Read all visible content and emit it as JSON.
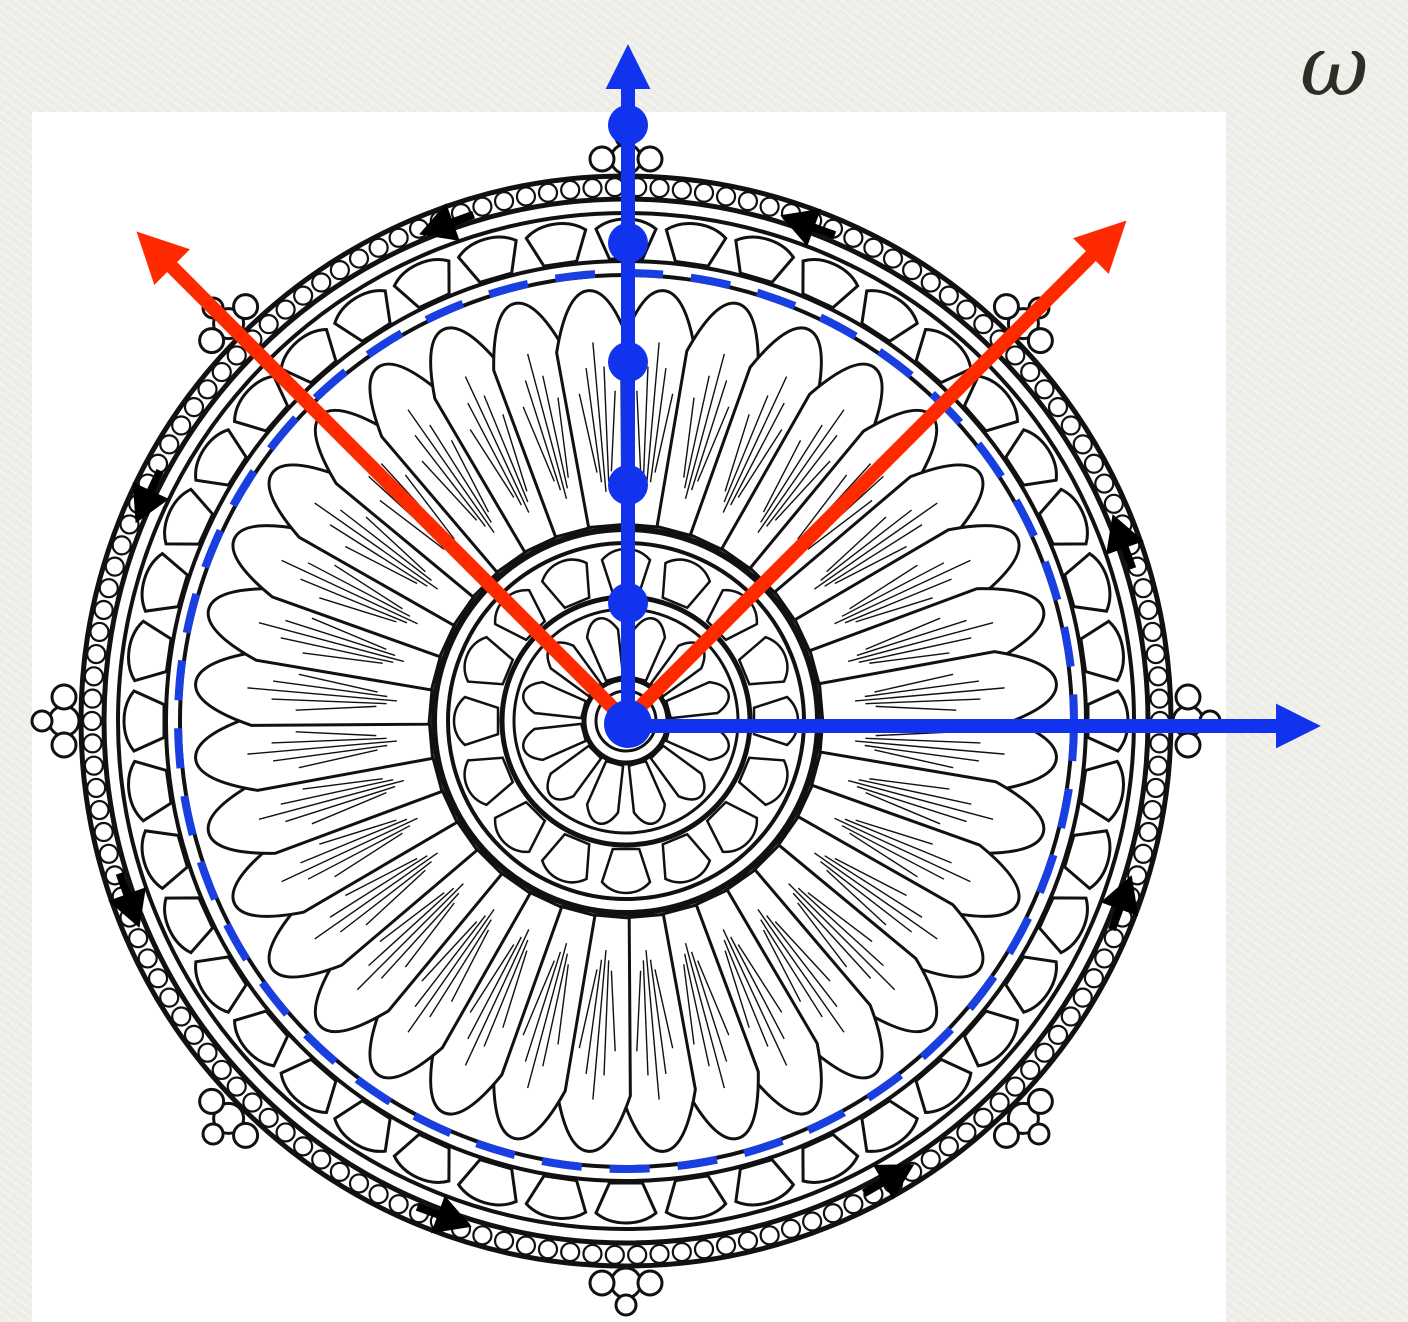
{
  "symbol": "ω",
  "colors": {
    "background": "#efede8",
    "panel": "#ffffff",
    "ink": "#111111",
    "axis_blue": "#1133ee",
    "ray_red": "#ff2a00",
    "dashed_circle": "#1a3fe0",
    "rotation_arrows": "#000000",
    "symbol": "#2e2e26"
  },
  "elements": {
    "mandala": "lotus-mandala-drawing",
    "vertical_axis": "blue-arrow-up",
    "horizontal_axis": "blue-arrow-right",
    "rays": [
      "red-arrow-upper-left",
      "red-arrow-upper-right"
    ],
    "points_on_vertical_axis": 6,
    "rotation_direction": "counterclockwise",
    "rotation_arrow_count": 8
  }
}
